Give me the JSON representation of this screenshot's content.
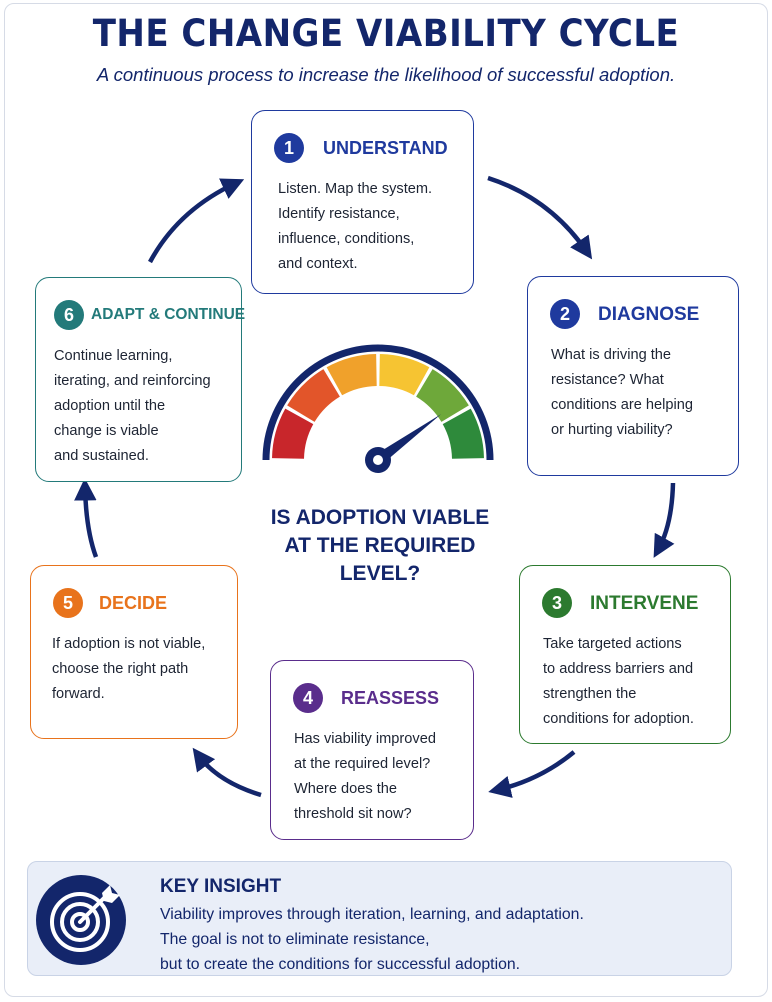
{
  "title": "THE CHANGE VIABILITY CYCLE",
  "subtitle": "A continuous process to increase the likelihood of successful adoption.",
  "steps": [
    {
      "number": "1",
      "title": "UNDERSTAND",
      "color": "#1f3a9e",
      "lines": [
        "Listen. Map the system.",
        "Identify resistance,",
        "influence, conditions,",
        "and context."
      ]
    },
    {
      "number": "2",
      "title": "DIAGNOSE",
      "color": "#1f3a9e",
      "lines": [
        "What is driving the",
        "resistance? What",
        "conditions are helping",
        "or hurting viability?"
      ]
    },
    {
      "number": "3",
      "title": "INTERVENE",
      "color": "#2c7a2f",
      "lines": [
        "Take targeted actions",
        "to address barriers and",
        "strengthen the",
        "conditions for adoption."
      ]
    },
    {
      "number": "4",
      "title": "REASSESS",
      "color": "#5a2d8c",
      "lines": [
        "Has viability improved",
        "at the required level?",
        "Where does the",
        "threshold sit now?"
      ]
    },
    {
      "number": "5",
      "title": "DECIDE",
      "color": "#e8731c",
      "lines": [
        "If adoption is not viable,",
        "choose the right path",
        "forward."
      ]
    },
    {
      "number": "6",
      "title": "ADAPT & CONTINUE",
      "color": "#237a7a",
      "lines": [
        "Continue learning,",
        "iterating, and reinforcing",
        "adoption until the",
        "change is viable",
        "and sustained."
      ]
    }
  ],
  "center_question": [
    "IS ADOPTION VIABLE",
    "AT THE REQUIRED",
    "LEVEL?"
  ],
  "gauge": {
    "segment_colors": [
      "#c8262b",
      "#e2552a",
      "#f0a12b",
      "#f6c432",
      "#6ea83a",
      "#2e8a3b"
    ],
    "needle_color": "#13266b",
    "level": 0.8
  },
  "key_insight": {
    "heading": "KEY INSIGHT",
    "lines": [
      "Viability improves through iteration, learning, and adaptation.",
      "The goal is not to eliminate resistance,",
      "but to create the conditions for successful adoption."
    ],
    "icon": "target-icon"
  },
  "colors": {
    "navy": "#13266b",
    "insight_bg": "#e9eef8"
  }
}
